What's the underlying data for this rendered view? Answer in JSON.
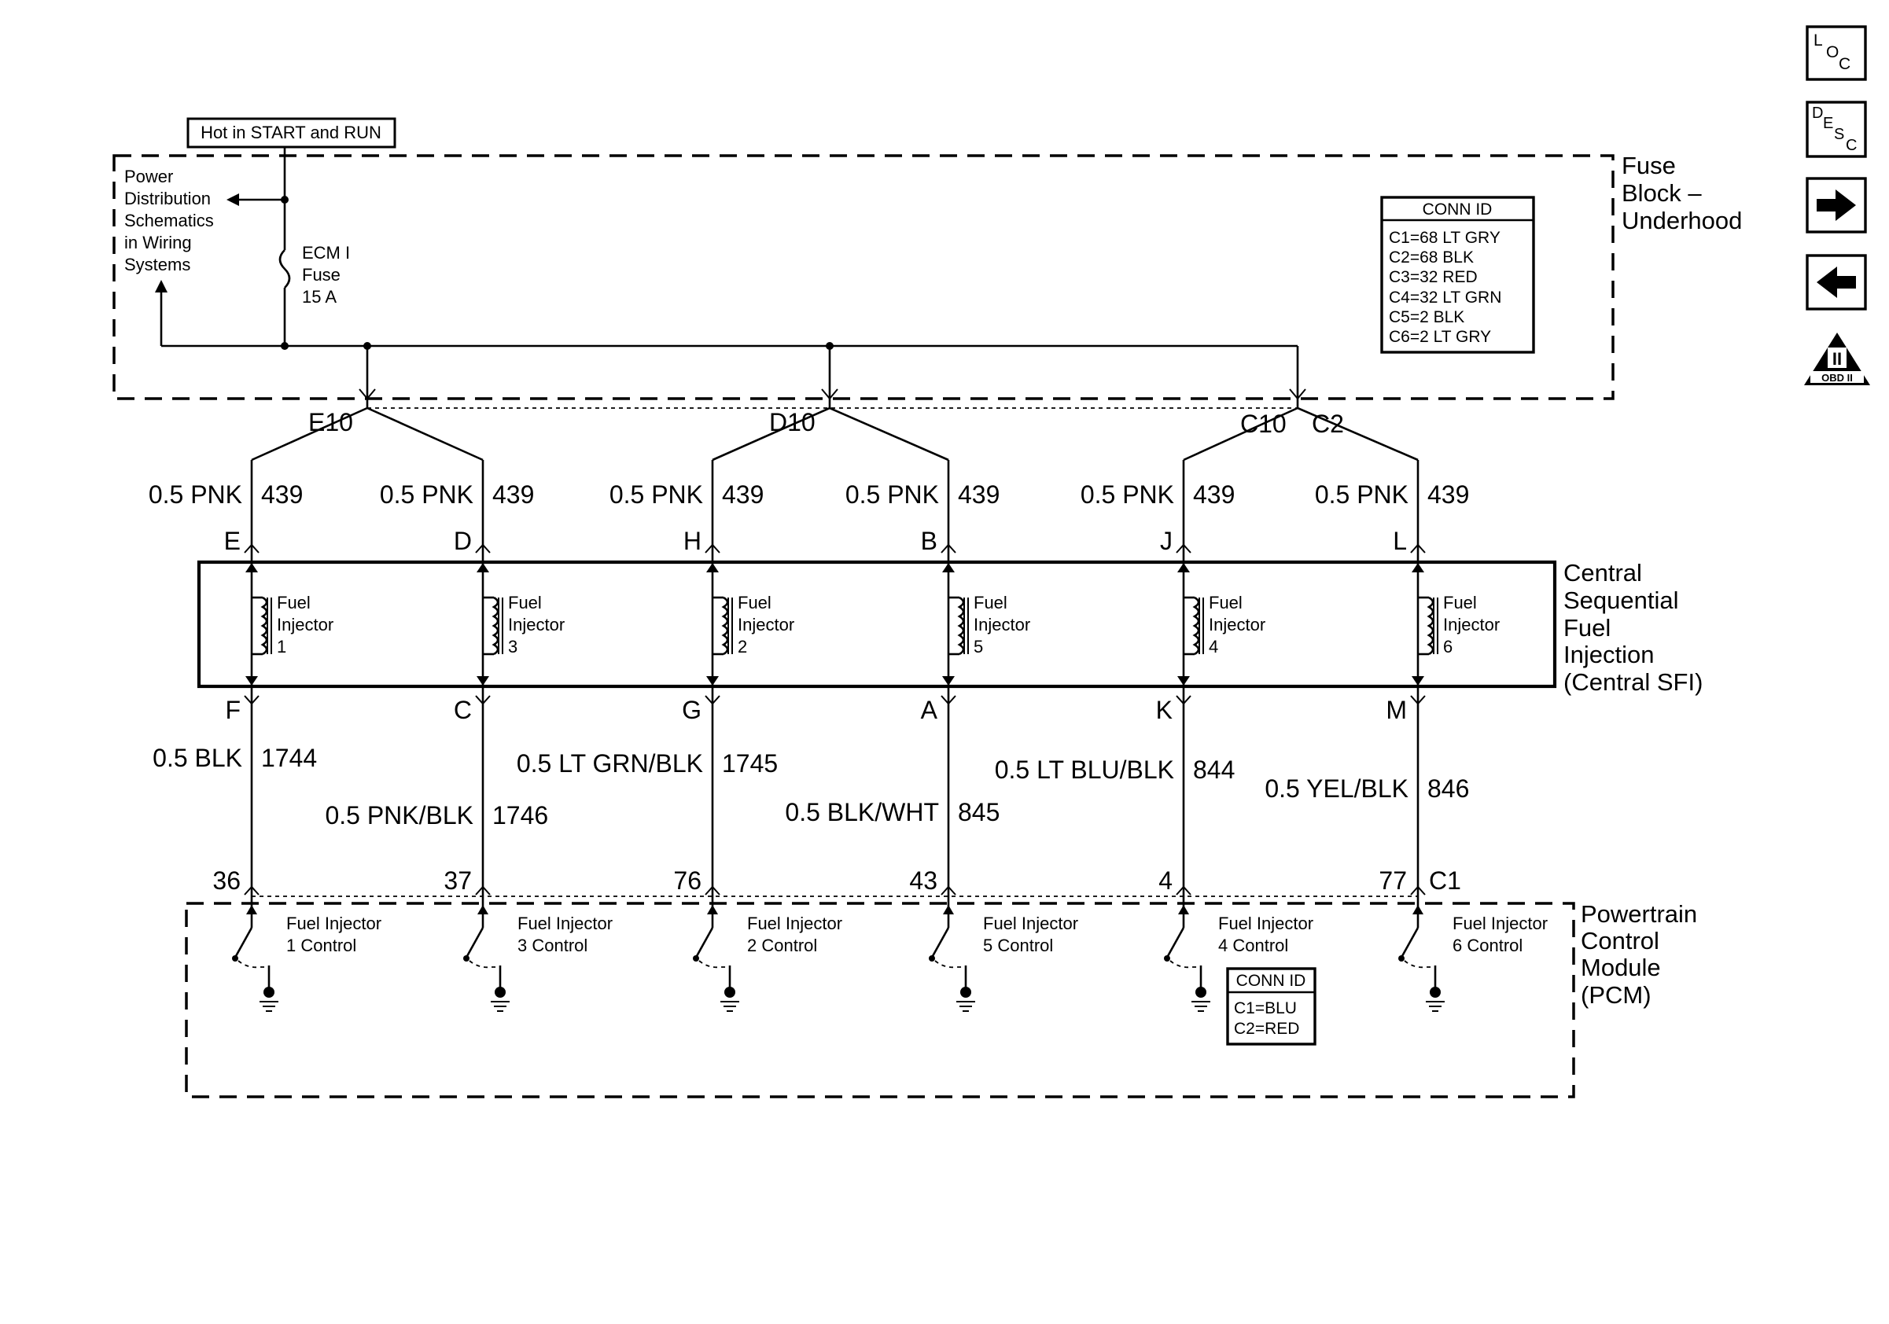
{
  "supply_label": "Hot in START and RUN",
  "power_note": [
    "Power",
    "Distribution",
    "Schematics",
    "in Wiring",
    "Systems"
  ],
  "fuse": {
    "name": "ECM I",
    "type": "Fuse",
    "rating": "15 A"
  },
  "fuse_block": {
    "lines": [
      "Fuse",
      "Block –",
      "Underhood"
    ]
  },
  "conn_id_fuse": {
    "title": "CONN ID",
    "rows": [
      "C1=68 LT GRY",
      "C2=68 BLK",
      "C3=32 RED",
      "C4=32 LT GRN",
      "C5=2 BLK",
      "C6=2 LT GRY"
    ]
  },
  "connectors": {
    "e10": "E10",
    "d10": "D10",
    "c10": "C10",
    "c2": "C2",
    "c1": "C1"
  },
  "sfi_block": {
    "lines": [
      "Central",
      "Sequential",
      "Fuel",
      "Injection",
      "(Central SFI)"
    ]
  },
  "pcm_block": {
    "lines": [
      "Powertrain",
      "Control",
      "Module",
      "(PCM)"
    ]
  },
  "conn_id_pcm": {
    "title": "CONN ID",
    "rows": [
      "C1=BLU",
      "C2=RED"
    ]
  },
  "injectors": [
    {
      "top_pin": "E",
      "top_wire": "0.5 PNK",
      "top_circuit": "439",
      "label1": "Fuel",
      "label2": "Injector",
      "num": "1",
      "bot_pin": "F",
      "bot_wire": "0.5 BLK",
      "bot_circuit": "1744",
      "pcm_pin": "36",
      "control1": "Fuel Injector",
      "control2": "1 Control"
    },
    {
      "top_pin": "D",
      "top_wire": "0.5 PNK",
      "top_circuit": "439",
      "label1": "Fuel",
      "label2": "Injector",
      "num": "3",
      "bot_pin": "C",
      "bot_wire": "0.5 PNK/BLK",
      "bot_circuit": "1746",
      "pcm_pin": "37",
      "control1": "Fuel Injector",
      "control2": "3 Control"
    },
    {
      "top_pin": "H",
      "top_wire": "0.5 PNK",
      "top_circuit": "439",
      "label1": "Fuel",
      "label2": "Injector",
      "num": "2",
      "bot_pin": "G",
      "bot_wire": "0.5 LT GRN/BLK",
      "bot_circuit": "1745",
      "pcm_pin": "76",
      "control1": "Fuel Injector",
      "control2": "2 Control"
    },
    {
      "top_pin": "B",
      "top_wire": "0.5 PNK",
      "top_circuit": "439",
      "label1": "Fuel",
      "label2": "Injector",
      "num": "5",
      "bot_pin": "A",
      "bot_wire": "0.5 BLK/WHT",
      "bot_circuit": "845",
      "pcm_pin": "43",
      "control1": "Fuel Injector",
      "control2": "5 Control"
    },
    {
      "top_pin": "J",
      "top_wire": "0.5 PNK",
      "top_circuit": "439",
      "label1": "Fuel",
      "label2": "Injector",
      "num": "4",
      "bot_pin": "K",
      "bot_wire": "0.5 LT BLU/BLK",
      "bot_circuit": "844",
      "pcm_pin": "4",
      "control1": "Fuel Injector",
      "control2": "4 Control"
    },
    {
      "top_pin": "L",
      "top_wire": "0.5 PNK",
      "top_circuit": "439",
      "label1": "Fuel",
      "label2": "Injector",
      "num": "6",
      "bot_pin": "M",
      "bot_wire": "0.5 YEL/BLK",
      "bot_circuit": "846",
      "pcm_pin": "77",
      "control1": "Fuel Injector",
      "control2": "6 Control"
    }
  ],
  "nav": {
    "loc": {
      "letters": [
        "L",
        "O",
        "C"
      ]
    },
    "desc": {
      "letters": [
        "D",
        "E",
        "S",
        "C"
      ]
    },
    "forward_icon": "right-arrow-icon",
    "back_icon": "left-arrow-icon",
    "obd": {
      "symbol": "II",
      "label": "OBD II"
    }
  }
}
